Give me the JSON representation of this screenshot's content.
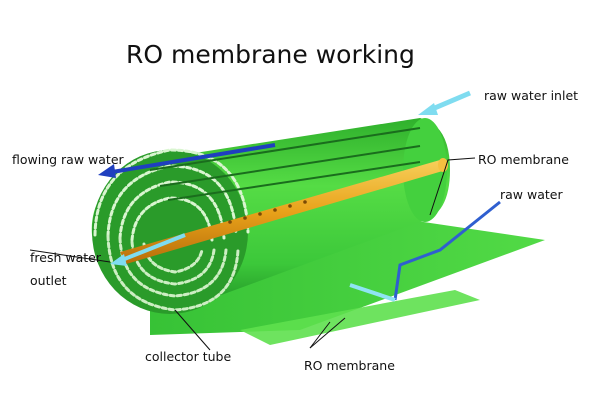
{
  "title": "RO membrane working",
  "labels": {
    "raw_water_inlet": "raw water inlet",
    "flowing_raw_water": "flowing raw water",
    "ro_membrane_top": "RO membrane",
    "raw_water": "raw water",
    "fresh_water_line1": "fresh water",
    "fresh_water_line2": "outlet",
    "collector_tube": "collector tube",
    "ro_membrane_bottom": "RO membrane"
  },
  "colors": {
    "membrane_green": "#3fcf3a",
    "membrane_dark": "#1f8f24",
    "raw_water_blue": "#1f3fbf",
    "fresh_water_cyan": "#7fdcf0",
    "collector_tube": "#e8a21a"
  }
}
